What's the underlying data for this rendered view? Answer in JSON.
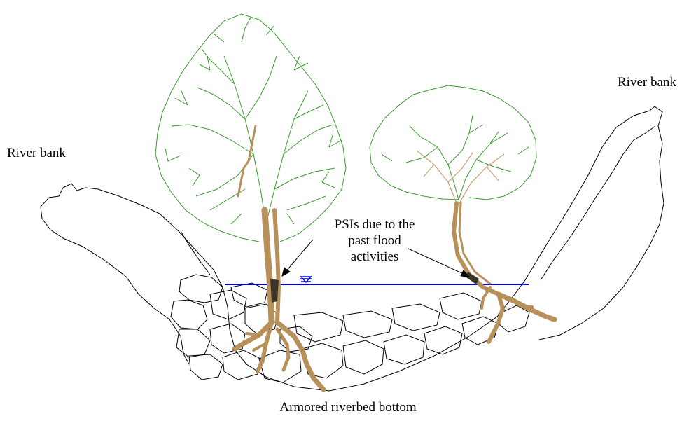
{
  "labels": {
    "left_bank": "River bank",
    "right_bank": "River bank",
    "psi_line1": "PSIs due to the",
    "psi_line2": "past flood",
    "psi_line3": "activities",
    "bottom": "Armored riverbed bottom"
  },
  "colors": {
    "foliage": "#3a9a2e",
    "root": "#b8915a",
    "water": "#0000e0",
    "outline": "#000000",
    "background": "#ffffff"
  },
  "icons": {
    "water_level": "inverted-triangle-water-level-icon"
  }
}
